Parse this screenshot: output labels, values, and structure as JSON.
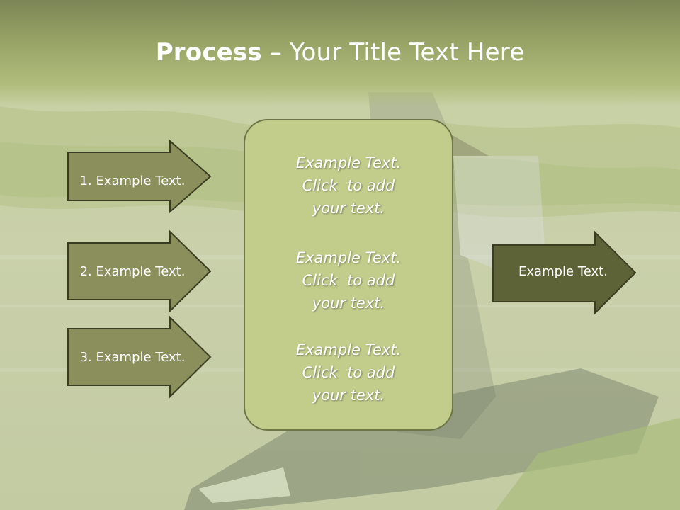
{
  "slide": {
    "title_bold": "Process",
    "title_rest": " – Your Title Text Here"
  },
  "left_steps": [
    {
      "label": "1. Example Text."
    },
    {
      "label": "2. Example Text."
    },
    {
      "label": "3. Example Text."
    }
  ],
  "center_box": {
    "blocks": [
      {
        "lines": [
          "Example Text.",
          "Click  to add",
          "your text."
        ]
      },
      {
        "lines": [
          "Example Text.",
          "Click  to add",
          "your text."
        ]
      },
      {
        "lines": [
          "Example Text.",
          "Click  to add",
          "your text."
        ]
      }
    ]
  },
  "right_arrow": {
    "label": "Example Text."
  },
  "colors": {
    "title_band": "#98a466",
    "left_arrow_fill": "#8b8f5c",
    "right_arrow_fill": "#5e6237",
    "box_fill": "#c2cd8c",
    "outline": "#3b3d22"
  }
}
